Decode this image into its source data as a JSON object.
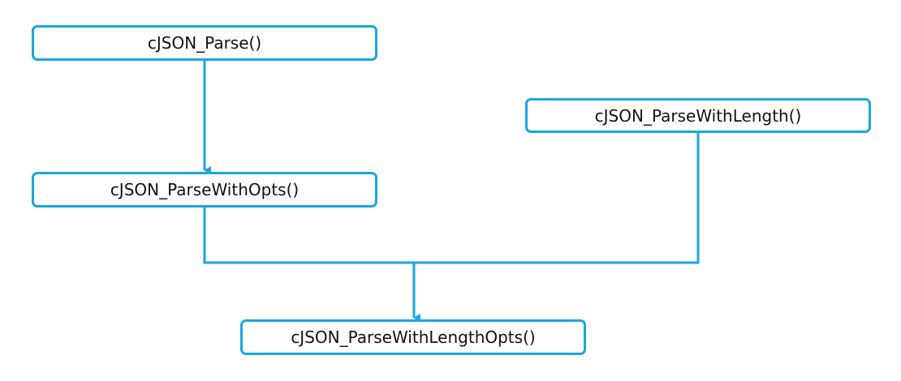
{
  "diagram": {
    "line_color": "#1aa7e0",
    "nodes": {
      "parse": "cJSON_Parse()",
      "parse_with_opts": "cJSON_ParseWithOpts()",
      "parse_with_length": "cJSON_ParseWithLength()",
      "parse_with_length_opts": "cJSON_ParseWithLengthOpts()"
    },
    "edges": [
      {
        "from": "cJSON_Parse()",
        "to": "cJSON_ParseWithOpts()"
      },
      {
        "from": "cJSON_ParseWithOpts()",
        "to": "cJSON_ParseWithLengthOpts()"
      },
      {
        "from": "cJSON_ParseWithLength()",
        "to": "cJSON_ParseWithLengthOpts()"
      }
    ]
  }
}
